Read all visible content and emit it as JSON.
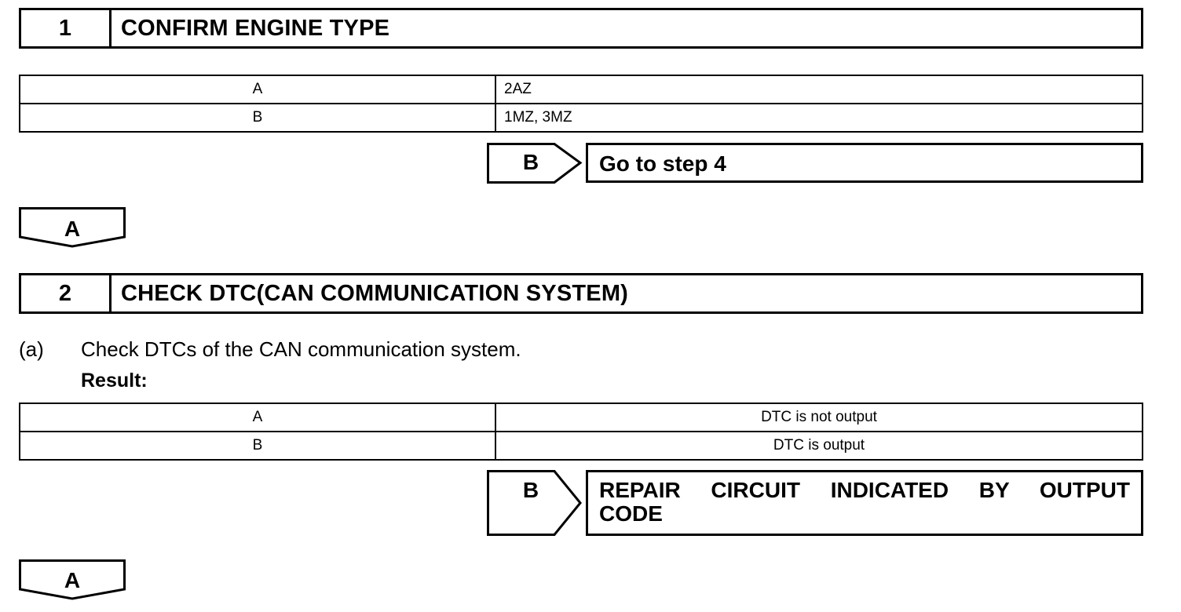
{
  "step1": {
    "number": "1",
    "title": "CONFIRM ENGINE TYPE",
    "table": [
      {
        "result": "A",
        "condition": "2AZ"
      },
      {
        "result": "B",
        "condition": "1MZ, 3MZ"
      }
    ],
    "branch_b": {
      "label": "B",
      "action": "Go to step 4"
    },
    "branch_a": {
      "label": "A"
    }
  },
  "step2": {
    "number": "2",
    "title": "CHECK DTC(CAN COMMUNICATION SYSTEM)",
    "substep_marker": "(a)",
    "substep_text": "Check DTCs of the CAN communication system.",
    "result_label": "Result:",
    "table": [
      {
        "result": "A",
        "condition": "DTC is not output"
      },
      {
        "result": "B",
        "condition": "DTC is output"
      }
    ],
    "branch_b": {
      "label": "B",
      "action_line1": "REPAIR CIRCUIT INDICATED BY OUTPUT",
      "action_line2": "CODE"
    },
    "branch_a": {
      "label": "A"
    }
  }
}
